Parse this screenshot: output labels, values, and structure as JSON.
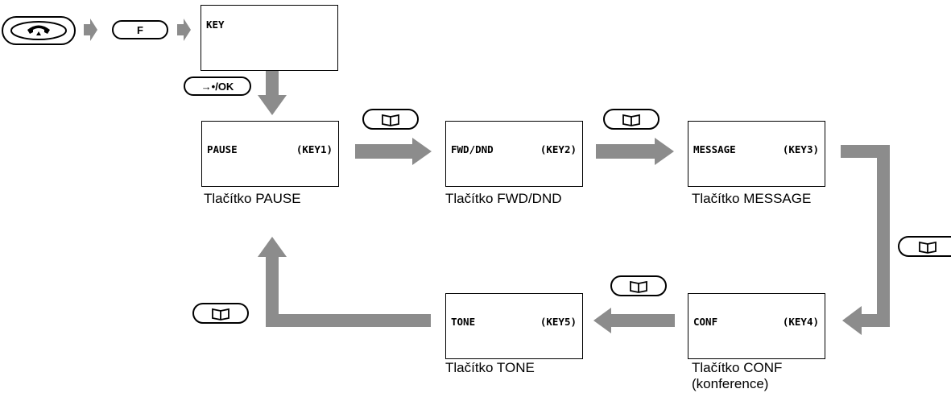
{
  "screens": {
    "key": {
      "left": "KEY",
      "right": ""
    },
    "pause": {
      "left": "PAUSE",
      "right": "(KEY1)"
    },
    "fwd": {
      "left": "FWD/DND",
      "right": "(KEY2)"
    },
    "message": {
      "left": "MESSAGE",
      "right": "(KEY3)"
    },
    "conf": {
      "left": "CONF",
      "right": "(KEY4)"
    },
    "tone": {
      "left": "TONE",
      "right": "(KEY5)"
    }
  },
  "captions": {
    "pause": "Tlačítko PAUSE",
    "fwd": "Tlačítko FWD/DND",
    "message": "Tlačítko MESSAGE",
    "conf_1": "Tlačítko CONF",
    "conf_2": "(konference)",
    "tone": "Tlačítko TONE"
  },
  "keys": {
    "function_key": "F",
    "ok_key": "→•/OK"
  },
  "icons": [
    "off-hook-key-icon",
    "phonebook-icon",
    "flow-arrow-icon"
  ],
  "colors": {
    "arrow": "#8c8c8c",
    "line": "#000000",
    "background": "#ffffff"
  }
}
